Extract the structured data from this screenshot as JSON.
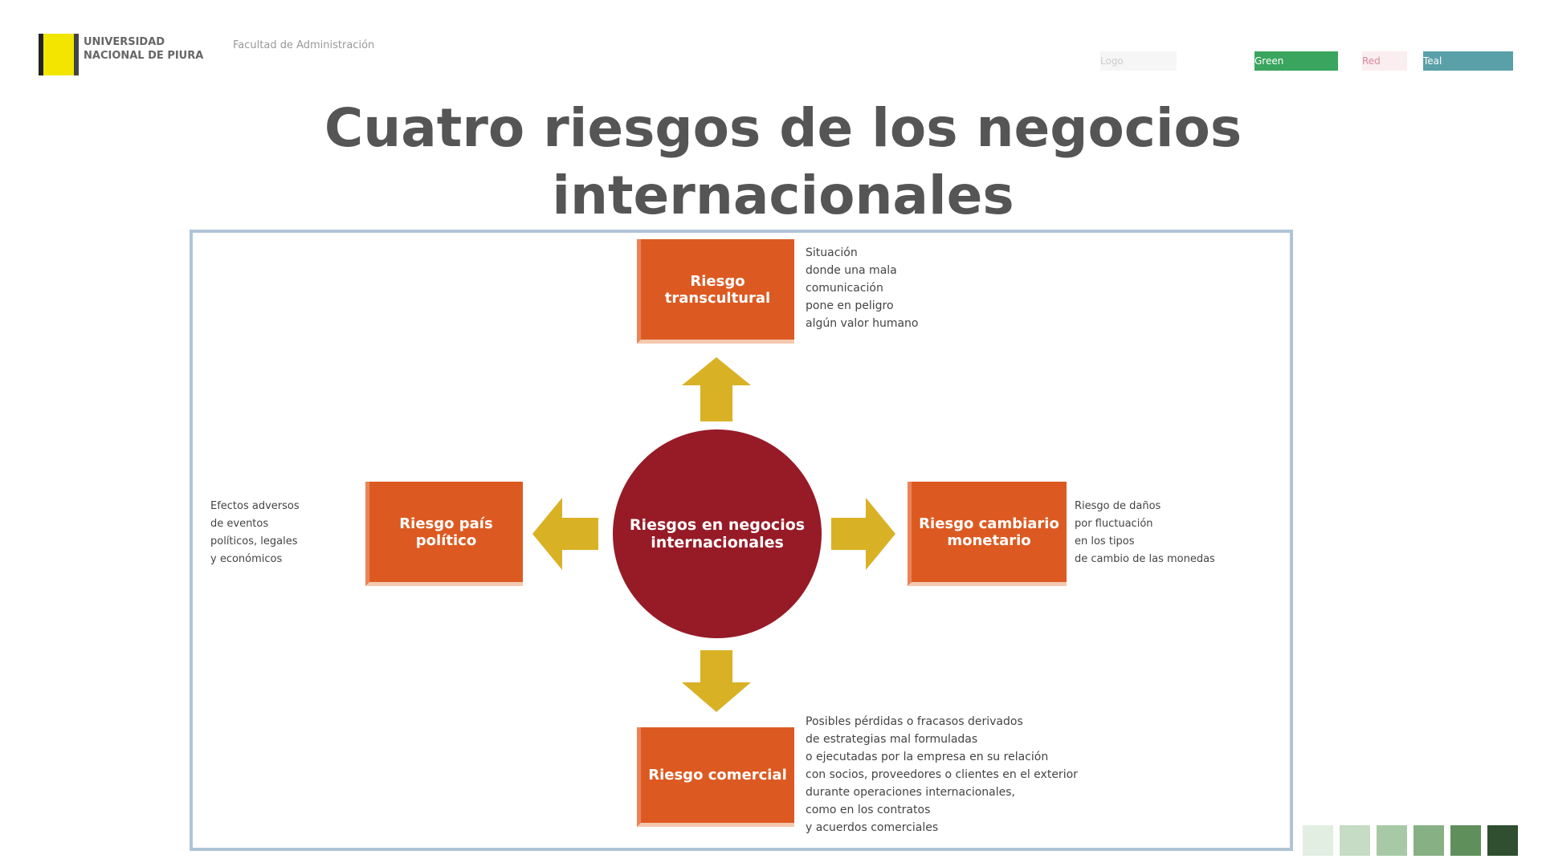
{
  "header": {
    "logo_text": "UNIVERSIDAD NACIONAL DE PIURA",
    "faculty": "Facultad de Administración",
    "partner_logos": [
      "Logo",
      "Green",
      "Red",
      "Teal"
    ]
  },
  "title": "Cuatro riesgos de los negocios internacionales",
  "diagram": {
    "center": "Riesgos en negocios internacionales",
    "top": {
      "label": "Riesgo transcultural",
      "desc": [
        "Situación",
        "donde una mala",
        "comunicación",
        "pone en peligro",
        "algún valor humano"
      ]
    },
    "left": {
      "label": "Riesgo país político",
      "desc": [
        "Efectos adversos",
        "de eventos",
        "políticos, legales",
        "y económicos"
      ]
    },
    "right": {
      "label": "Riesgo cambiario monetario",
      "desc": [
        "Riesgo de daños",
        "por fluctuación",
        "en los tipos",
        "de cambio de las monedas"
      ]
    },
    "bottom": {
      "label": "Riesgo comercial",
      "desc": [
        "Posibles pérdidas o fracasos derivados",
        "de estrategias mal formuladas",
        "o ejecutadas por la empresa en su relación",
        "con socios, proveedores o clientes en el exterior",
        "durante operaciones internacionales,",
        "como en los contratos",
        "y acuerdos comerciales"
      ]
    }
  },
  "colors": {
    "box": "#dc5a22",
    "circle": "#961b27",
    "arrow": "#d9b125",
    "frame": "#b0c4d6"
  }
}
